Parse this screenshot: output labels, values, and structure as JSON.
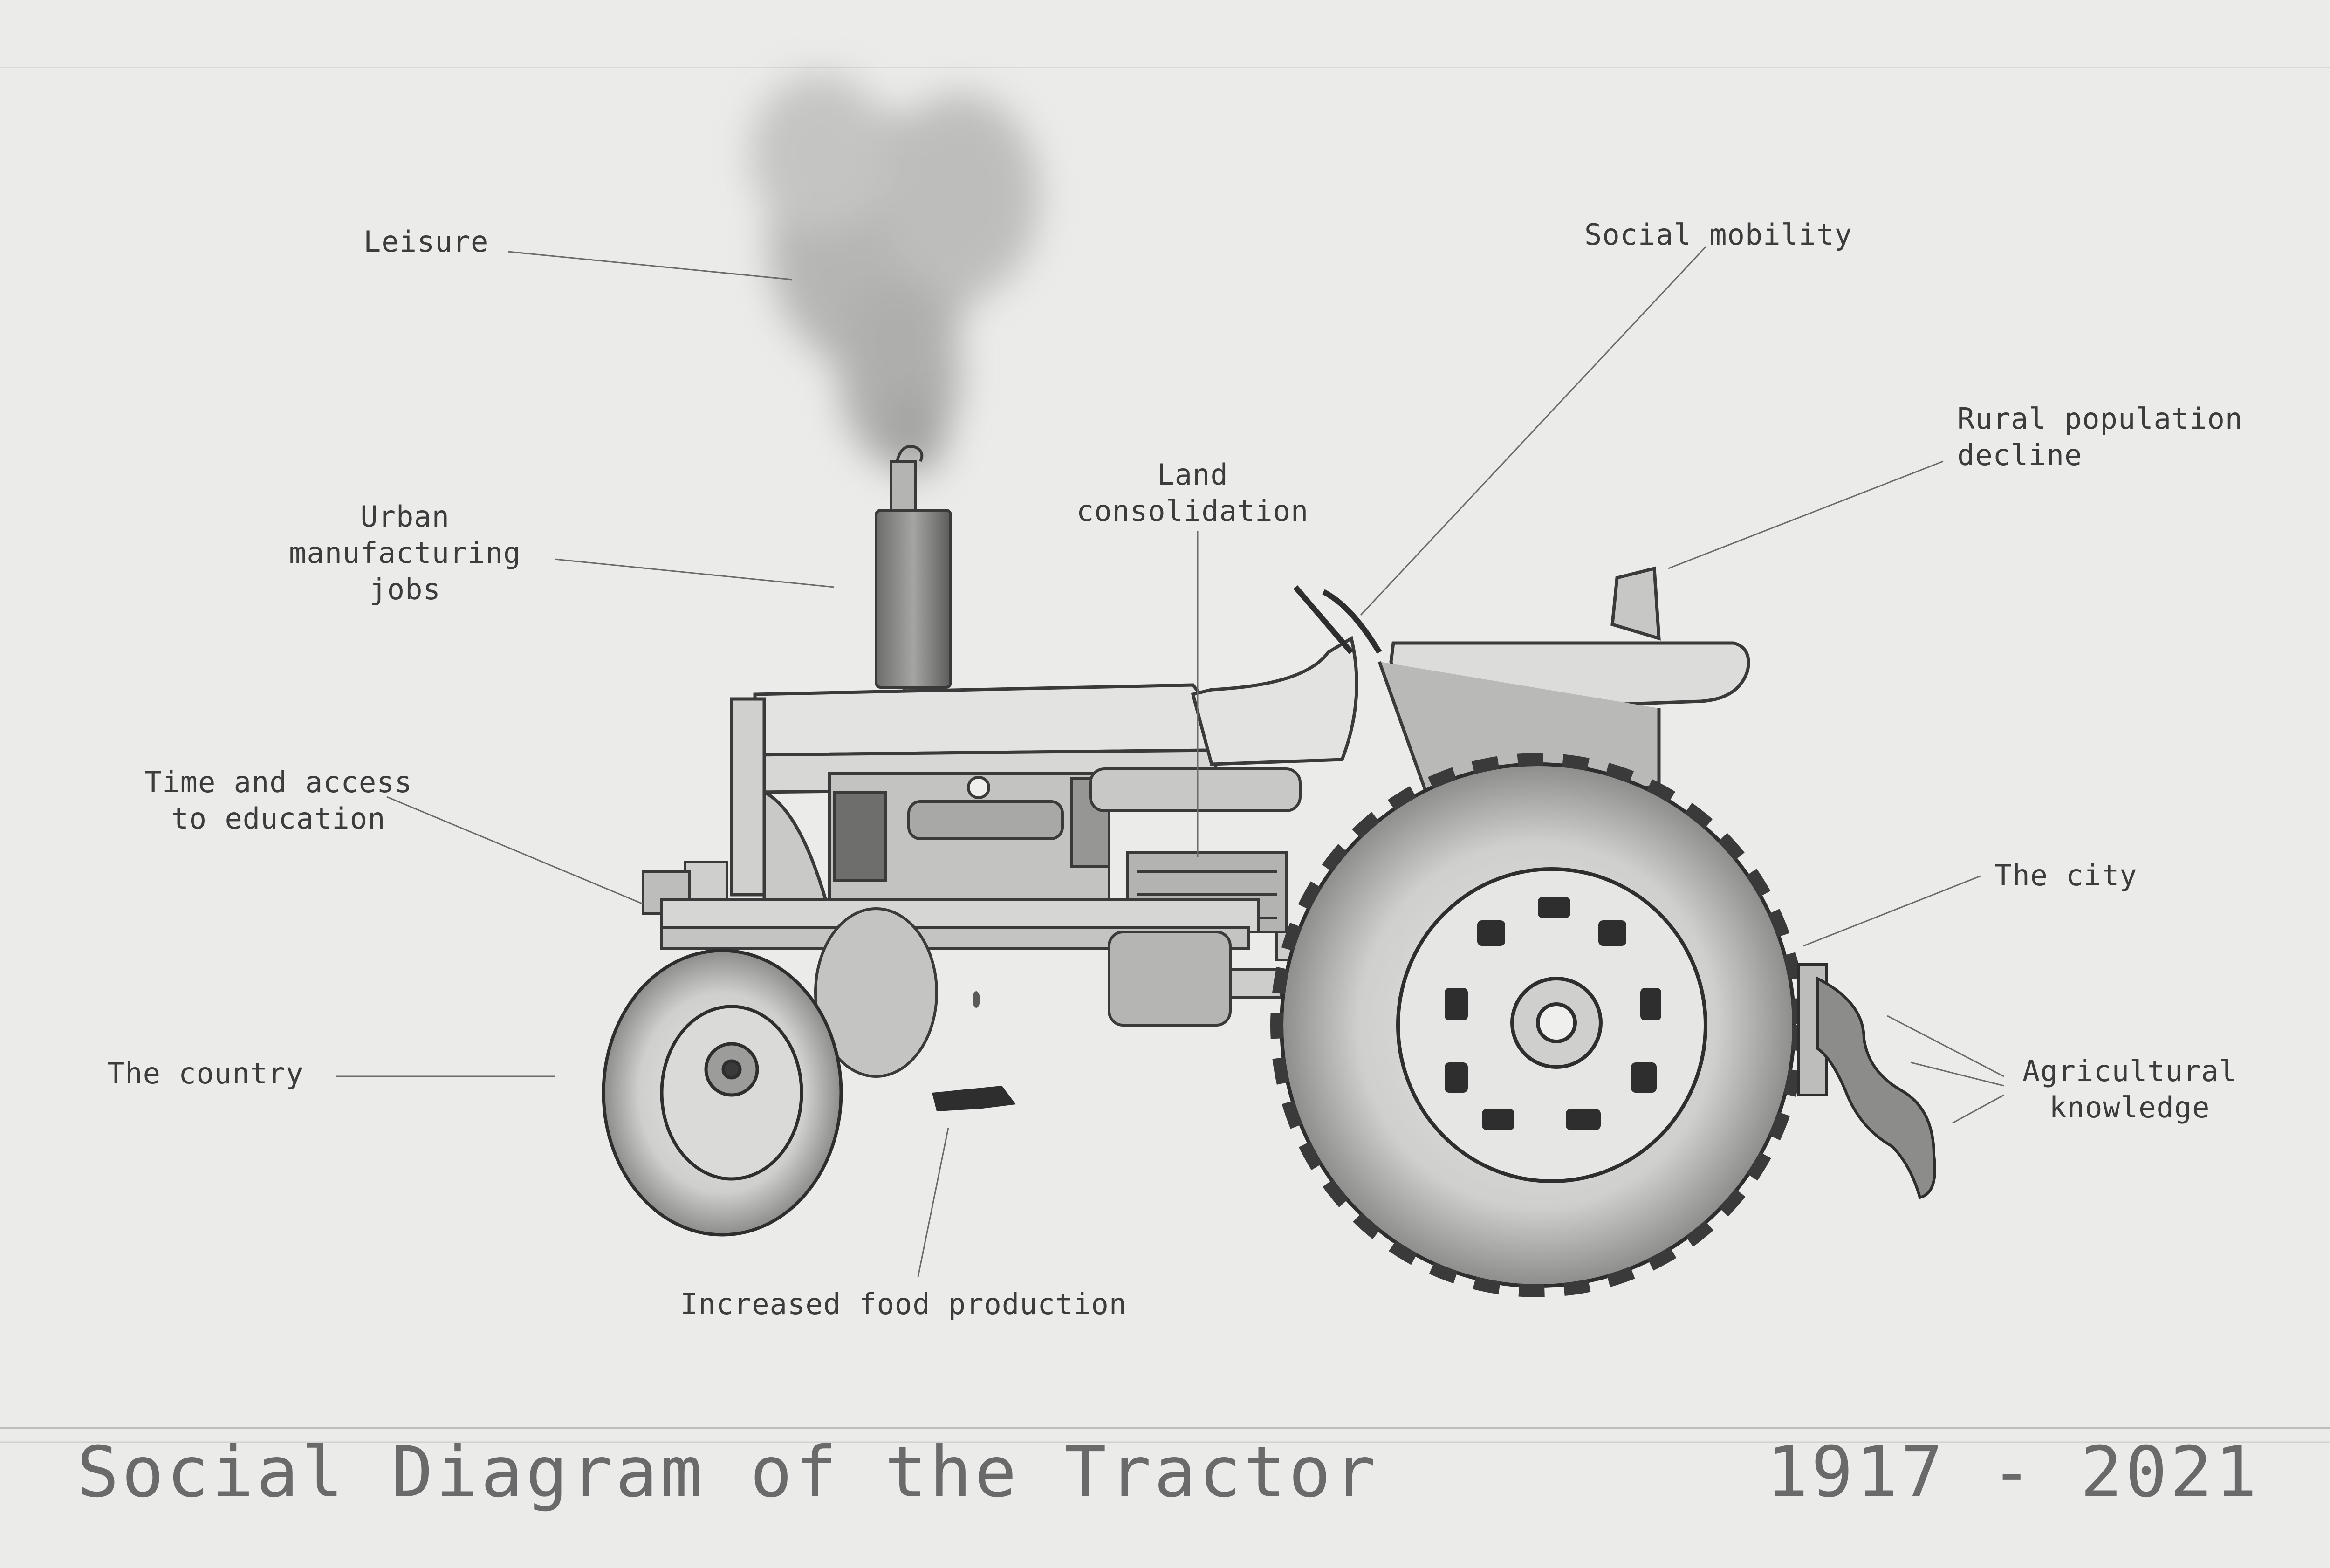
{
  "title": "Social Diagram of the Tractor",
  "date_range": "1917 - 2021",
  "labels": {
    "leisure": "Leisure",
    "social_mobility": "Social mobility",
    "rural_population_decline": "Rural population\ndecline",
    "land_consolidation": "Land\nconsolidation",
    "urban_manufacturing_jobs": "Urban\nmanufacturing\njobs",
    "time_and_access_to_education": "Time and access\nto education",
    "the_city": "The city",
    "the_country": "The country",
    "agricultural_knowledge": "Agricultural\nknowledge",
    "increased_food_production": "Increased food production"
  },
  "colors": {
    "paper": "#ebebea",
    "pencil": "#3a3a3a",
    "shade": "#9a9a9a",
    "title": "#6a6a6a"
  }
}
